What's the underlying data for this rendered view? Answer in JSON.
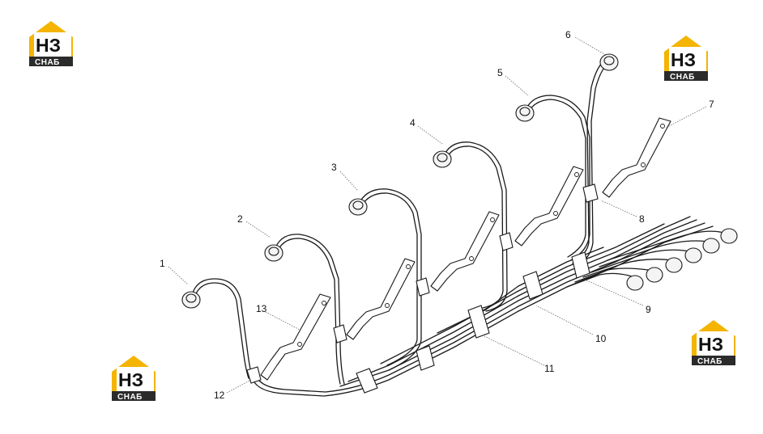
{
  "brand": {
    "letters": "НЗ",
    "word": "СНАБ",
    "colors": {
      "accent": "#f4b400",
      "dark": "#2b2b2b"
    }
  },
  "callouts": [
    "1",
    "2",
    "3",
    "4",
    "5",
    "6",
    "7",
    "8",
    "9",
    "10",
    "11",
    "12",
    "13"
  ],
  "colors": {
    "line": "#1a1a1a",
    "background": "#ffffff"
  }
}
